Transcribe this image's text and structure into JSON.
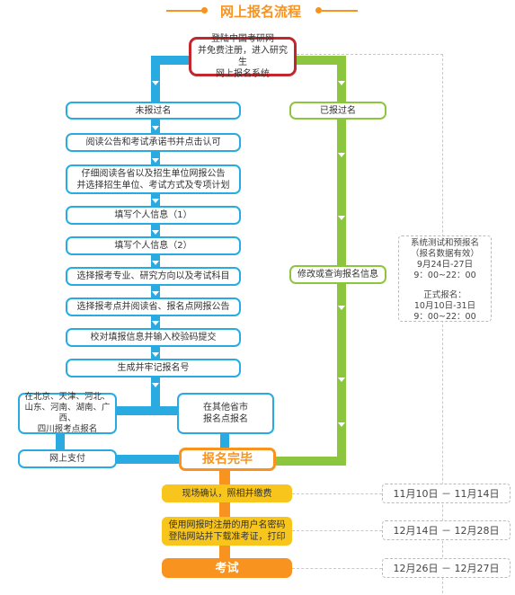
{
  "title": "网上报名流程",
  "nodes": {
    "start_l1": "登陆中国考研网",
    "start_l2": "并免费注册，进入研究生",
    "start_l3": "网上报名系统",
    "not_registered": "未报过名",
    "registered": "已报过名",
    "read_announce": "阅读公告和考试承诺书并点击认可",
    "select_unit_l1": "仔细阅读各省以及招生单位网报公告",
    "select_unit_l2": "并选择招生单位、考试方式及专项计划",
    "info1": "填写个人信息（1）",
    "info2": "填写个人信息（2）",
    "select_major": "选择报考专业、研究方向以及考试科目",
    "select_site": "选择报考点并阅读省、报名点网报公告",
    "verify_submit": "校对填报信息并输入校验码提交",
    "gen_number": "生成并牢记报名号",
    "modify": "修改或查询报名信息",
    "beijing_l1": "在北京、天津、河北、",
    "beijing_l2": "山东、河南、湖南、广西、",
    "beijing_l3": "四川报考点报名",
    "other_l1": "在其他省市",
    "other_l2": "报名点报名",
    "pay": "网上支付",
    "done": "报名完毕",
    "confirm": "现场确认，照相并缴费",
    "print_l1": "使用网报时注册的用户名密码",
    "print_l2": "登陆网站并下载准考证，打印",
    "exam": "考试"
  },
  "note": {
    "l1": "系统测试和预报名",
    "l2": "（报名数据有效）",
    "l3": "9月24日-27日",
    "l4": "9：00~22：00",
    "l5": "正式报名：",
    "l6": "10月10日-31日",
    "l7": "9：00~22：00"
  },
  "dates": {
    "confirm": "11月10日 － 11月14日",
    "print": "12月14日 － 12月28日",
    "exam": "12月26日 － 12月27日"
  },
  "colors": {
    "blue": "#29abe2",
    "green": "#8cc63f",
    "orange": "#f7931e",
    "yellow": "#f7c51c",
    "red": "#c1272d"
  }
}
